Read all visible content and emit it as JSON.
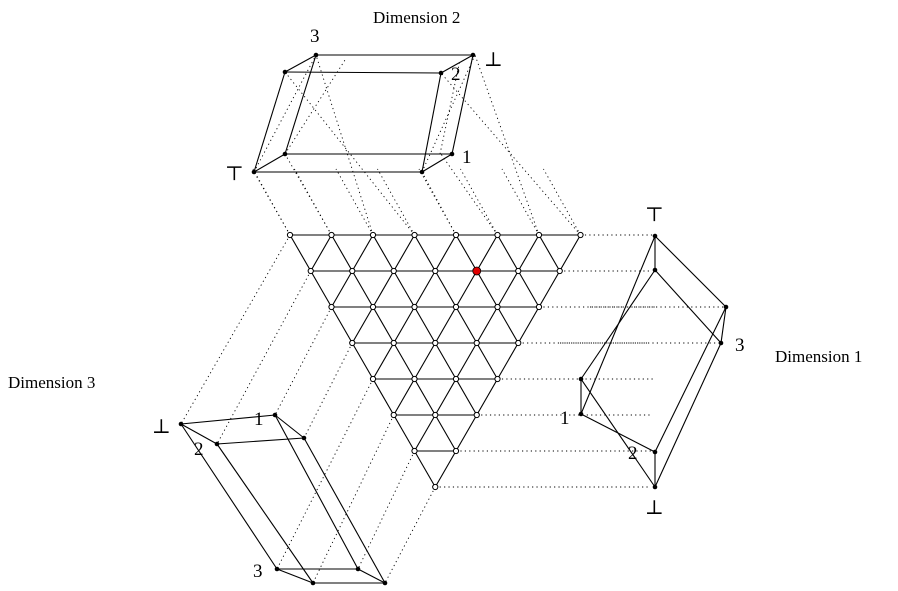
{
  "titles": {
    "dim1": "Dimension 1",
    "dim2": "Dimension 2",
    "dim3": "Dimension 3"
  },
  "dim2_labels": {
    "v3": "3",
    "v2": "2",
    "v1": "1",
    "top": "⊤",
    "bottom": "⊥"
  },
  "dim1_labels": {
    "v3": "3",
    "v1": "1",
    "v2": "2",
    "top": "⊤",
    "bottom": "⊥"
  },
  "dim3_labels": {
    "v1": "1",
    "v2": "2",
    "v3": "3",
    "bottom": "⊥"
  },
  "colors": {
    "highlight": "#e00000",
    "line": "#000000",
    "background": "#ffffff"
  }
}
